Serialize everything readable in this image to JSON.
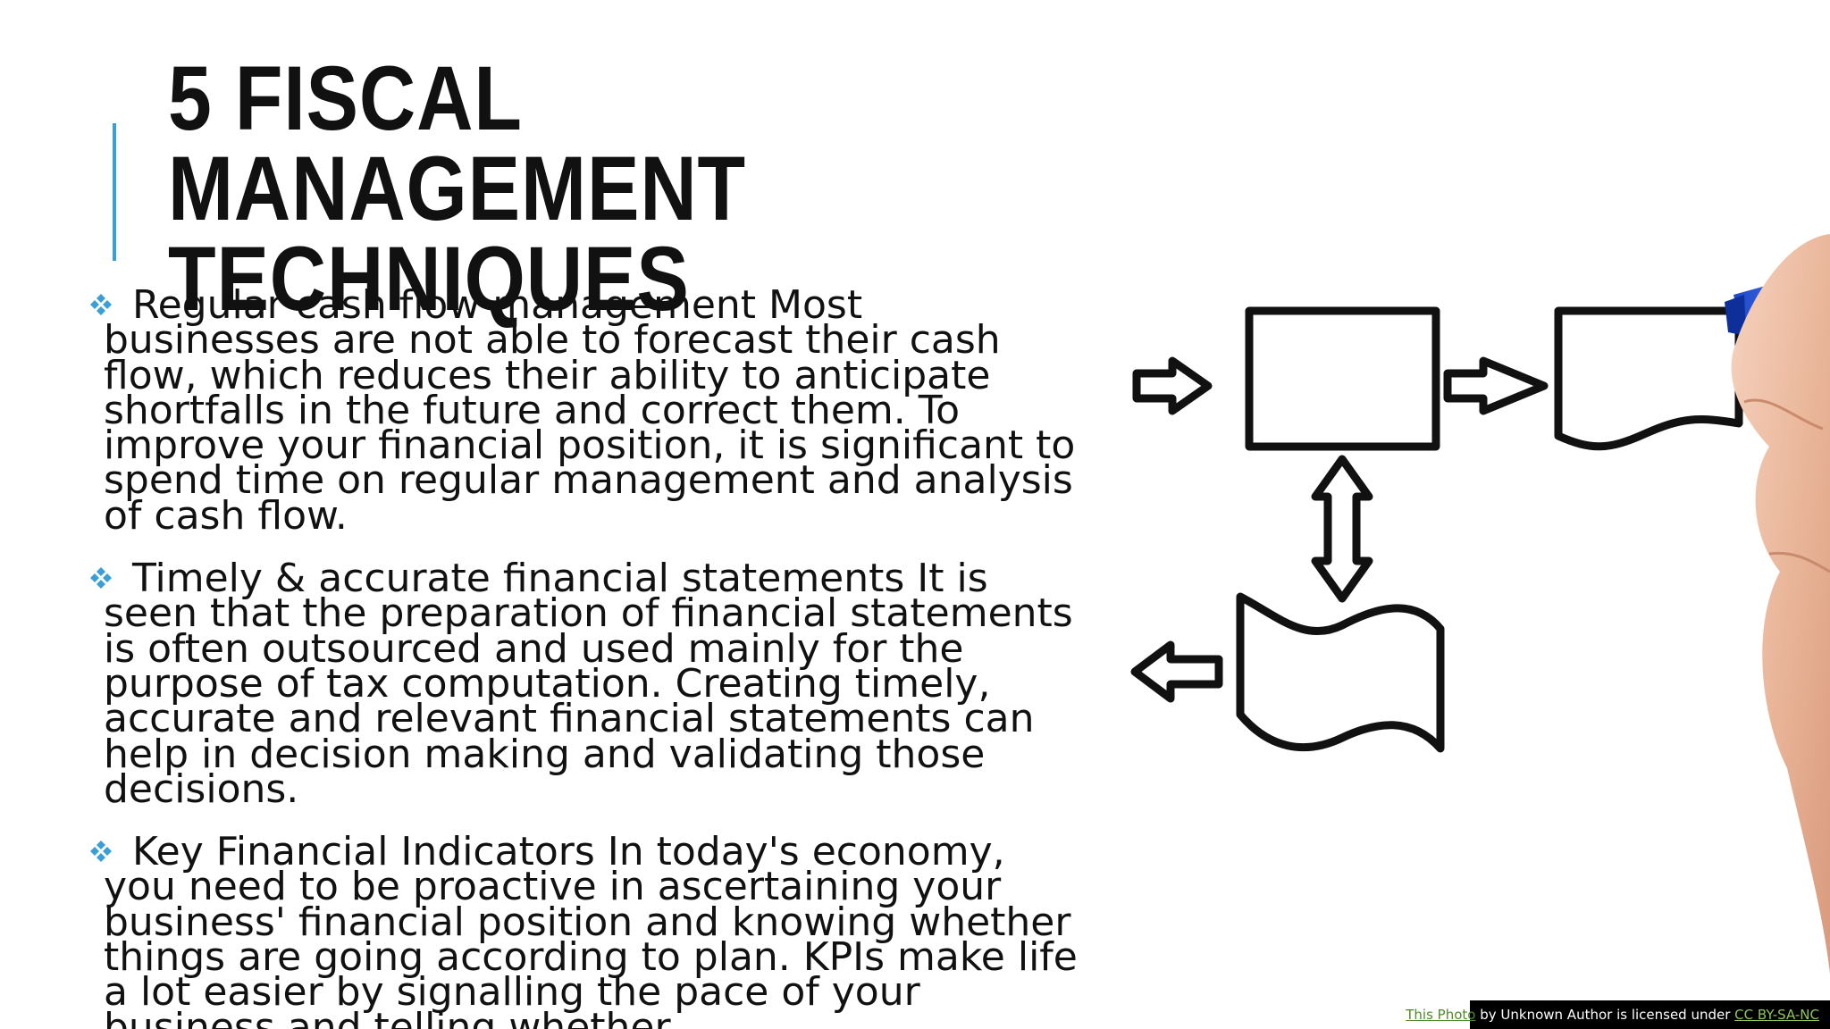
{
  "slide": {
    "title": "5 Fiscal Management Techniques",
    "accent_color": "#3a9fd6",
    "bullet_icon": "four-diamond-bullet-icon",
    "bullets": [
      {
        "text": "Regular cash flow management Most businesses are not able to forecast their cash flow, which reduces their ability to anticipate shortfalls in the future and correct them. To improve your financial position, it is significant to spend time on regular management and analysis of cash flow."
      },
      {
        "text": "Timely & accurate financial statements It is seen that the preparation of financial statements is often outsourced and used mainly for the purpose of tax computation. Creating timely, accurate and relevant financial statements can help in decision making and validating those decisions."
      },
      {
        "text": "Key Financial Indicators In today's economy, you need to be proactive in ascertaining your business' financial position and knowing whether things are going according to plan. KPIs make life a lot easier by signalling the pace of your business and telling whether"
      }
    ]
  },
  "picture": {
    "icon": "flowchart-drawing-hand-icon"
  },
  "credit": {
    "photo_link": "This Photo",
    "middle_text": " by Unknown Author is licensed under ",
    "license_link": "CC BY-SA-NC",
    "link_color": "#8fc55a"
  }
}
